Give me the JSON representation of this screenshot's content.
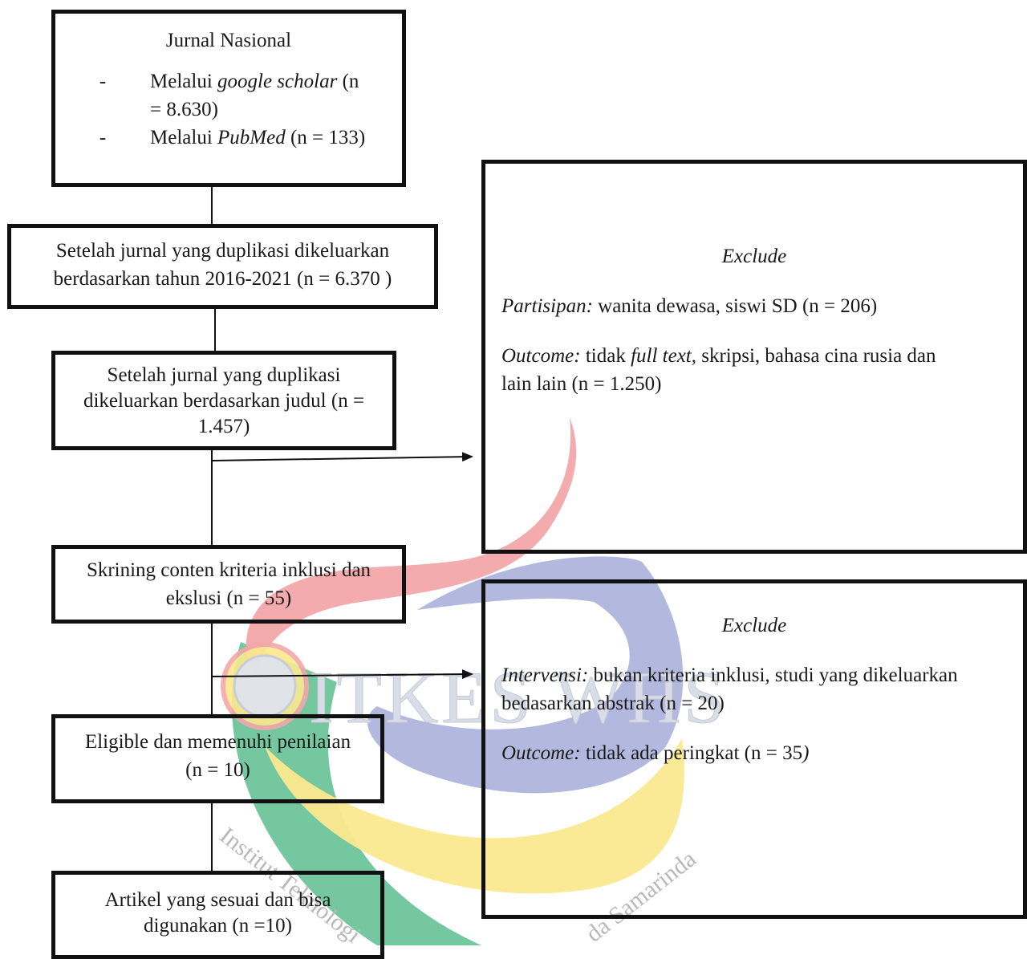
{
  "top_box": {
    "title": "Jurnal Nasional",
    "bullets": [
      {
        "dash": "-",
        "prefix": "Melalui ",
        "italic": "google scholar",
        "suffix_1": " (n",
        "line2": "= 8.630)"
      },
      {
        "dash": "-",
        "prefix": "Melalui ",
        "italic": "PubMed",
        "suffix_1": "  (n = 133)"
      }
    ]
  },
  "box_year": {
    "line1": "Setelah jurnal yang duplikasi dikeluarkan",
    "line2": "berdasarkan tahun 2016-2021 (n = 6.370 )"
  },
  "box_title": {
    "line1": "Setelah jurnal yang duplikasi",
    "line2": "dikeluarkan berdasarkan judul  (n =",
    "line3": "1.457)"
  },
  "box_screening": {
    "line1": "Skrining conten kriteria inklusi dan",
    "line2": "ekslusi (n = 55)"
  },
  "box_eligible": {
    "line1": "Eligible dan memenuhi penilaian",
    "line2": "(n = 10)"
  },
  "box_final": {
    "line1": "Artikel yang sesuai dan bisa",
    "line2": "digunakan (n =10)"
  },
  "exclude_1": {
    "header": "Exclude",
    "p1_label": "Partisipan:",
    "p1_text": " wanita dewasa, siswi SD (n = 206)",
    "p2_label": "Outcome:",
    "p2_text_a": " tidak  ",
    "p2_italic": "full text,",
    "p2_text_b": " skripsi,  bahasa cina rusia dan",
    "p2_line2": "lain lain  (n = 1.250)"
  },
  "exclude_2": {
    "header": "Exclude",
    "p1_label": "Intervensi:",
    "p1_text": " bukan kriteria inklusi, studi yang dikeluarkan",
    "p1_line2": "bedasarkan abstrak  (n = 20)",
    "p2_label": "Outcome:",
    "p2_text": " tidak ada peringkat   (n = 35",
    "p2_close": ")"
  },
  "watermark": {
    "name": "ITKES WHS",
    "arc_text": "Institut Teknologi Kesehatan dan Sains Wiyata Husada Samarinda",
    "colors": {
      "red": "#f2a7aa",
      "blue": "#aeb4dc",
      "yellow": "#fbe98f",
      "green": "#5dbd8f"
    }
  }
}
